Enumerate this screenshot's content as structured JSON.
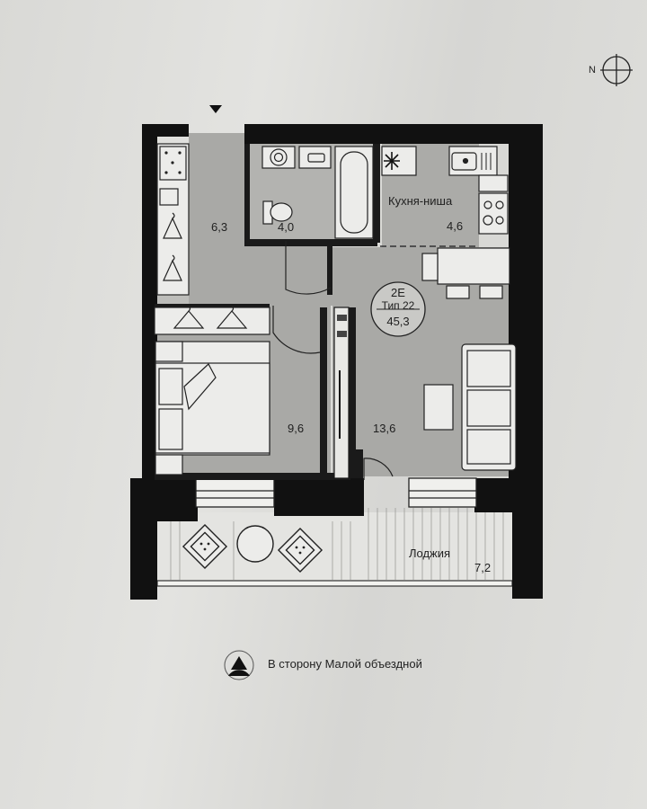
{
  "compass": {
    "north_letter": "N",
    "icon": "compass-icon"
  },
  "entrance_marker_icon": "triangle-down-icon",
  "rooms": {
    "hall": {
      "area": "6,3"
    },
    "bathroom": {
      "area": "4,0"
    },
    "kitchen": {
      "name": "Кухня-ниша",
      "area": "4,6"
    },
    "bedroom": {
      "area": "9,6"
    },
    "living": {
      "area": "13,6"
    },
    "loggia": {
      "name": "Лоджия",
      "area": "7,2"
    }
  },
  "apartment_badge": {
    "code": "2E",
    "type": "Тип 22",
    "total_area": "45,3"
  },
  "direction_caption": "В сторону Малой объездной",
  "direction_icon": "direction-arrow-icon",
  "colors": {
    "wall": "#111111",
    "room_fill": "#a9a9a6",
    "loggia_fill": "#e4e4e1",
    "paper": "#dcdcda"
  }
}
